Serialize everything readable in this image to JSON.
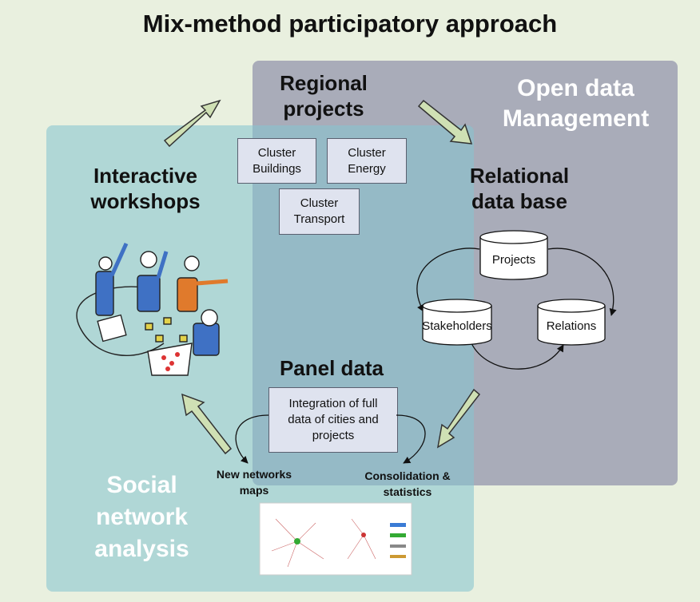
{
  "title": "Mix-method participatory approach",
  "sections": {
    "open_data": "Open data\nManagement",
    "social": "Social\nnetwork\nanalysis",
    "regional": "Regional\nprojects",
    "workshops": "Interactive\nworkshops",
    "relational": "Relational\ndata base",
    "panel": "Panel data"
  },
  "clusters": [
    "Cluster\nBuildings",
    "Cluster\nEnergy",
    "Cluster\nTransport"
  ],
  "databases": [
    "Projects",
    "Stakeholders",
    "Relations"
  ],
  "panel_box": "Integration of full\ndata of cities and\nprojects",
  "flows": {
    "networks": "New networks\nmaps",
    "consolidation": "Consolidation &\nstatistics"
  },
  "colors": {
    "background": "#e9f0df",
    "open_data_rect": "#a9acb9",
    "social_rect": "#86c4ce",
    "box_fill": "#dfe3ef",
    "arrow_fill": "#cfe0b4"
  },
  "icons": [
    "workshop-illustration",
    "network-map-thumbnail"
  ]
}
